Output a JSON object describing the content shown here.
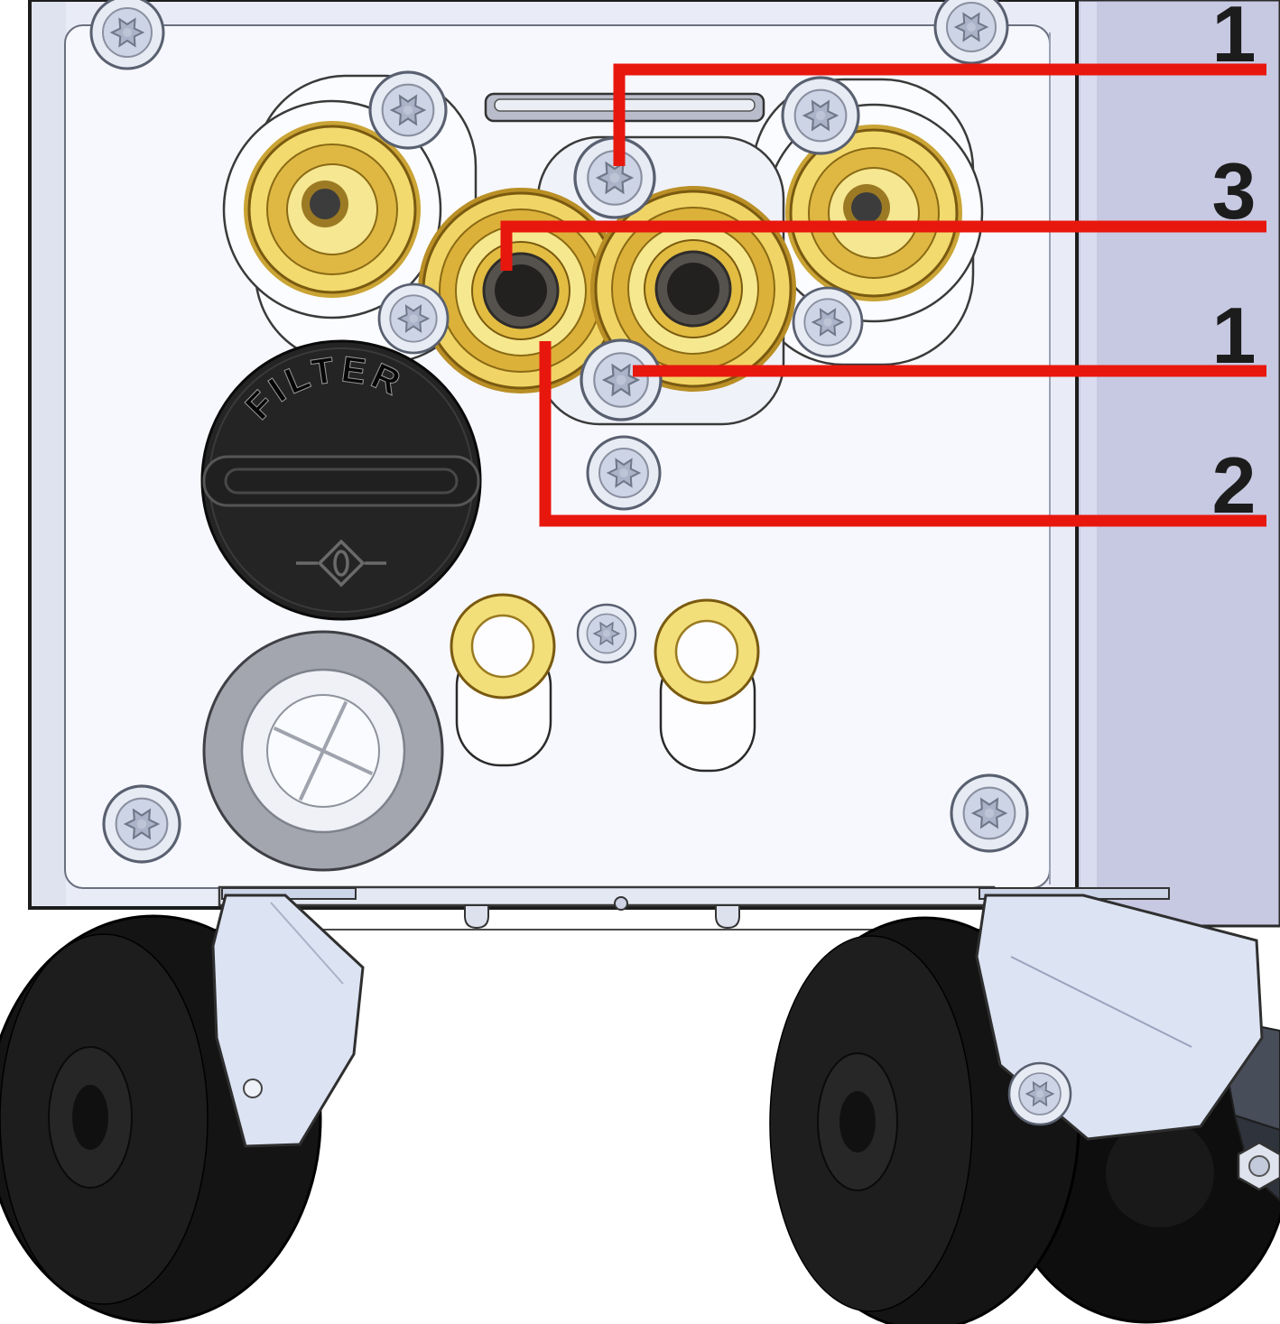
{
  "diagram": {
    "filter_cap": {
      "label": "FILTER"
    },
    "callouts": [
      {
        "label": "1"
      },
      {
        "label": "3"
      },
      {
        "label": "1"
      },
      {
        "label": "2"
      }
    ],
    "colors": {
      "callout_line": "#e8170e",
      "callout_label": "#1c1c1c",
      "brass": "#f0d566",
      "side_panel": "#c7c9e2",
      "bracket": "#dce3f3",
      "wheel": "#141414",
      "cap": "#242424"
    }
  }
}
